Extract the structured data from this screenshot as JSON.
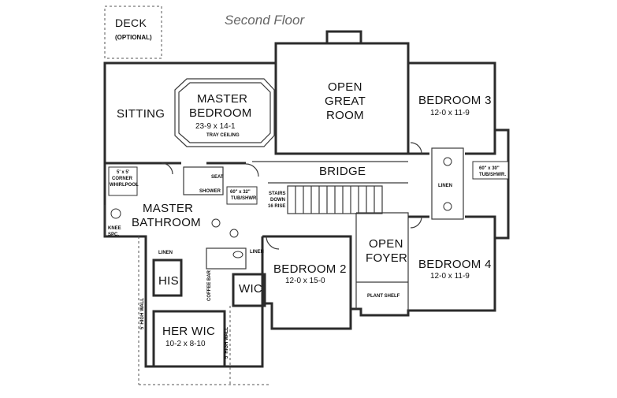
{
  "title": "Second Floor",
  "rooms": {
    "deck": {
      "name": "DECK",
      "note": "(OPTIONAL)"
    },
    "sitting": {
      "name": "SITTING"
    },
    "master_bedroom": {
      "name1": "MASTER",
      "name2": "BEDROOM",
      "dims": "23-9 x 14-1",
      "note": "TRAY CEILING"
    },
    "open_great_room": {
      "name1": "OPEN",
      "name2": "GREAT",
      "name3": "ROOM"
    },
    "bedroom3": {
      "name": "BEDROOM 3",
      "dims": "12-0 x 11-9"
    },
    "bridge": {
      "name": "BRIDGE"
    },
    "master_bathroom": {
      "name1": "MASTER",
      "name2": "BATHROOM"
    },
    "open_foyer": {
      "name1": "OPEN",
      "name2": "FOYER"
    },
    "bedroom2": {
      "name": "BEDROOM 2",
      "dims": "12-0 x 15-0"
    },
    "bedroom4": {
      "name": "BEDROOM 4",
      "dims": "12-0 x 11-9"
    },
    "his": {
      "name": "HIS"
    },
    "wic": {
      "name": "WIC"
    },
    "her_wic": {
      "name": "HER WIC",
      "dims": "10-2 x 8-10"
    }
  },
  "fixtures": {
    "whirlpool1": "5' x 5'",
    "whirlpool2": "CORNER",
    "whirlpool3": "WHIRLPOOL",
    "knee1": "KNEE",
    "knee2": "SPC.",
    "seat": "SEAT",
    "shower": "SHOWER",
    "tub_master1": "60\" x 32\"",
    "tub_master2": "TUB/SHWR.",
    "tub_b3_1": "60\" x 30\"",
    "tub_b3_2": "TUB/SHWR.",
    "stairs1": "STAIRS",
    "stairs2": "DOWN",
    "stairs3": "16 RISE",
    "linen_master": "LINEN",
    "linen_wc": "LINEN",
    "linen_hall": "LINEN",
    "coffee_bar": "COFFEE BAR",
    "plant_shelf": "PLANT SHELF",
    "high_wall_left": "5' HIGH WALL",
    "high_wall_right": "5' HIGH WALL"
  }
}
